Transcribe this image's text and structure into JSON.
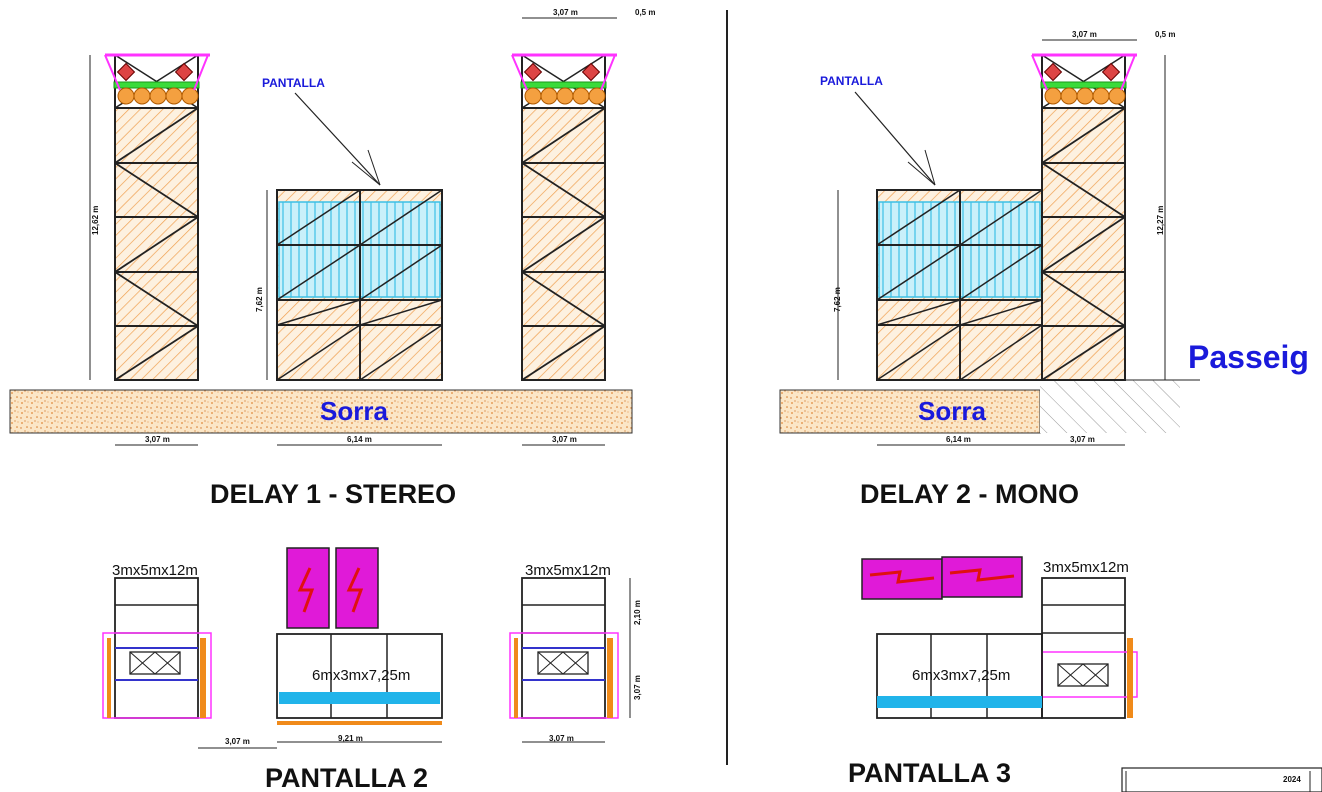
{
  "labels": {
    "pantalla": "PANTALLA",
    "sorra": "Sorra",
    "passeig": "Passeig"
  },
  "titles": {
    "delay1": "DELAY 1 - STEREO",
    "delay2": "DELAY 2 - MONO",
    "pantalla2": "PANTALLA 2",
    "pantalla3": "PANTALLA 3"
  },
  "dimensions": {
    "tower_width": "3,07 m",
    "screen_width": "6,14 m",
    "offset": "0,5 m",
    "height_left": "12,62 m",
    "height_right": "12,27 m",
    "height_screen": "7,62 m",
    "gap": "3,07 m",
    "screen_plan_width": "9,21 m",
    "plan_tower_width": "3,07 m",
    "plan_depth_1": "2,10 m",
    "plan_depth_2": "3,07 m"
  },
  "plan_labels": {
    "tower": "3mx5mx12m",
    "screen": "6mx3mx7,25m"
  },
  "title_block": {
    "year": "2024"
  }
}
